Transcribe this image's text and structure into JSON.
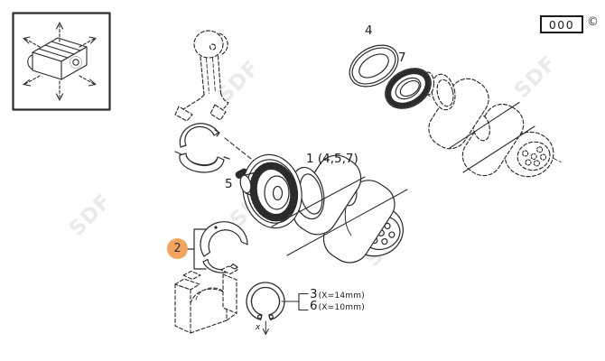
{
  "colors": {
    "background": "#ffffff",
    "line": "#2b2b2b",
    "text": "#1c1c1c",
    "highlight": "#f2a45f",
    "watermark": "#eaeaea"
  },
  "header": {
    "code": "000",
    "copyright": "©"
  },
  "watermark": {
    "text": "SDF"
  },
  "parts": [
    {
      "id": "1",
      "label": "1 (4,5,7)"
    },
    {
      "id": "2",
      "label": "2",
      "highlighted": true
    },
    {
      "id": "3",
      "label": "3",
      "dimension": "(X=14mm)"
    },
    {
      "id": "4",
      "label": "4"
    },
    {
      "id": "5",
      "label": "5"
    },
    {
      "id": "6",
      "label": "6",
      "dimension": "(X=10mm)"
    },
    {
      "id": "7",
      "label": "7"
    }
  ],
  "dimension_marker": "x"
}
